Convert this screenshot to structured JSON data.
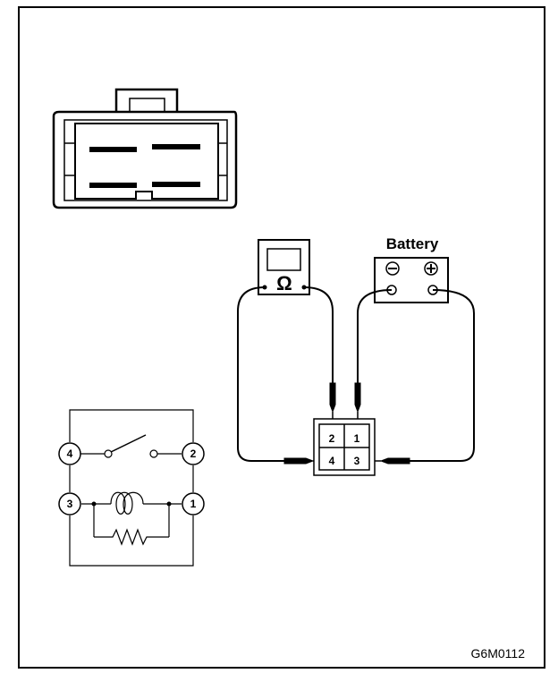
{
  "figure_code": "G6M0112",
  "battery": {
    "label": "Battery",
    "negative_symbol": "⊖",
    "positive_symbol": "⊕"
  },
  "ohmmeter": {
    "symbol": "Ω"
  },
  "relay_connector": {
    "terminals": [
      "2",
      "1",
      "4",
      "3"
    ]
  },
  "schematic": {
    "terminals": [
      "4",
      "2",
      "3",
      "1"
    ]
  }
}
